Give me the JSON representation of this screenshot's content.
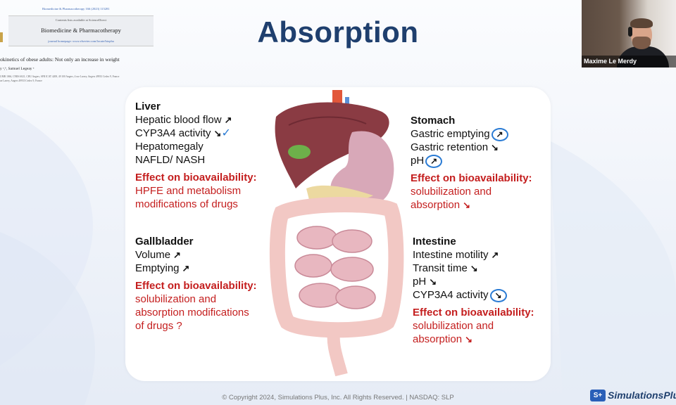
{
  "slide": {
    "title": "Absorption",
    "footer": "© Copyright 2024, Simulations Plus, Inc. All Rights Reserved. | NASDAQ: SLP",
    "logo": {
      "badge": "S+",
      "name": "SimulationsPlus"
    }
  },
  "webcam": {
    "participant_name": "Maxime Le Merdy"
  },
  "journal_clip": {
    "citation": "Biomedicine & Pharmacotherapy 166 (2023) 115281",
    "availability": "Contents lists available at ScienceDirect",
    "journal_name": "Biomedicine & Pharmacotherapy",
    "homepage": "journal homepage: www.elsevier.com/locate/biopha",
    "article_title": "okinetics of obese adults: Not only an increase in weight",
    "authors": "y ᵃ,ᵇ, Samuel Legeay ᵃ",
    "affiliation_1": "UMR 1066, CNRS 6021, CHU Angers, SFR ICAT 4208, 49 100 Angers, 4 rue Larrey, Angers 49933 Cedex 9, France",
    "affiliation_2": "ue Larrey, Angers 49933 Cedex 9, France"
  },
  "panels": {
    "liver": {
      "heading": "Liver",
      "items": [
        {
          "text": "Hepatic blood flow",
          "arrow": "↗"
        },
        {
          "text": "CYP3A4 activity",
          "arrow": "↘",
          "annotation": "✓"
        },
        {
          "text": "Hepatomegaly"
        },
        {
          "text": "NAFLD/ NASH"
        }
      ],
      "effect_label": "Effect on bioavailability:",
      "effect_lines": [
        "HPFE and metabolism",
        "modifications of drugs"
      ]
    },
    "stomach": {
      "heading": "Stomach",
      "items": [
        {
          "text": "Gastric emptying",
          "arrow": "↗",
          "circled": true
        },
        {
          "text": "Gastric retention",
          "arrow": "↘"
        },
        {
          "text": "pH",
          "arrow": "↗",
          "circled": true
        }
      ],
      "effect_label": "Effect on bioavailability:",
      "effect_lines": [
        "solubilization and",
        "absorption"
      ],
      "effect_arrow": "↘"
    },
    "gallbladder": {
      "heading": "Gallbladder",
      "items": [
        {
          "text": "Volume",
          "arrow": "↗"
        },
        {
          "text": "Emptying",
          "arrow": "↗"
        }
      ],
      "effect_label": "Effect on bioavailability:",
      "effect_lines": [
        "solubilization and",
        "absorption modifications",
        "of drugs ?"
      ]
    },
    "intestine": {
      "heading": "Intestine",
      "items": [
        {
          "text": "Intestine motility",
          "arrow": "↗"
        },
        {
          "text": "Transit time",
          "arrow": "↘"
        },
        {
          "text": "pH",
          "arrow": "↘"
        },
        {
          "text": "CYP3A4 activity",
          "arrow": "↘",
          "circled": true
        }
      ],
      "effect_label": "Effect on bioavailability:",
      "effect_lines": [
        "solubilization and",
        "absorption"
      ],
      "effect_arrow": "↘"
    }
  },
  "colors": {
    "title": "#1f3f6e",
    "effect_red": "#c41e1e",
    "annotation_blue": "#2a7bd4",
    "liver": "#8a3b43",
    "stomach": "#d8a8b8",
    "intestine": "#f2c8c4"
  }
}
